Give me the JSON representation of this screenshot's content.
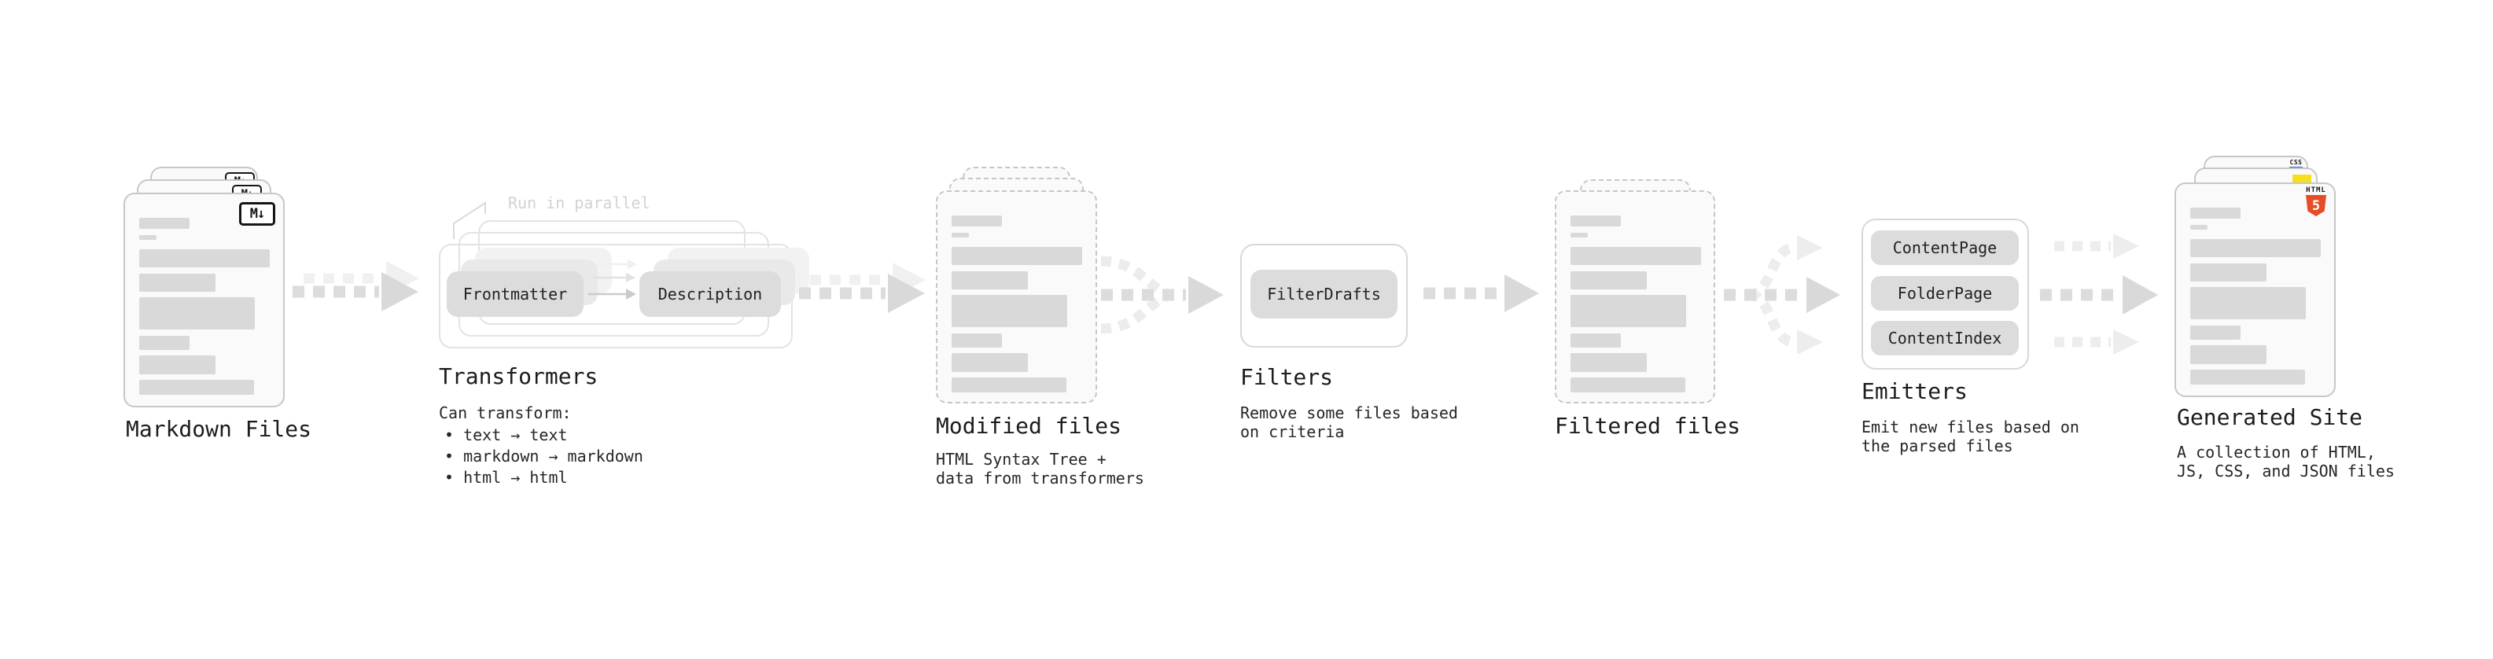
{
  "colors": {
    "html5_orange": "#e44d26",
    "js_yellow": "#f7df1e",
    "css_blue": "#2d61e1",
    "arrow_gray": "#dcdcdc",
    "arrow_ghost_gray": "#eeeeee",
    "placeholder_bar_gray": "#d9d9d9"
  },
  "diagram": {
    "markdown": {
      "title": "Markdown Files",
      "badge": "M↓"
    },
    "transformers": {
      "note": "Run in parallel",
      "title": "Transformers",
      "desc_heading": "Can transform:",
      "bullets": [
        "• text → text",
        "• markdown → markdown",
        "• html → html"
      ],
      "pill_left": "Frontmatter",
      "pill_right": "Description"
    },
    "modified": {
      "title": "Modified files",
      "desc": "HTML Syntax Tree +\ndata from transformers"
    },
    "filters": {
      "title": "Filters",
      "pill": "FilterDrafts",
      "desc": "Remove some files based\non criteria"
    },
    "filtered": {
      "title": "Filtered files"
    },
    "emitters": {
      "title": "Emitters",
      "pills": [
        "ContentPage",
        "FolderPage",
        "ContentIndex"
      ],
      "desc": "Emit new files based on\nthe parsed files"
    },
    "generated": {
      "title": "Generated Site",
      "desc": "A collection of HTML,\nJS, CSS, and JSON files",
      "css_badge": "CSS",
      "html_badge_word": "HTML",
      "html_badge_number": "5"
    }
  }
}
